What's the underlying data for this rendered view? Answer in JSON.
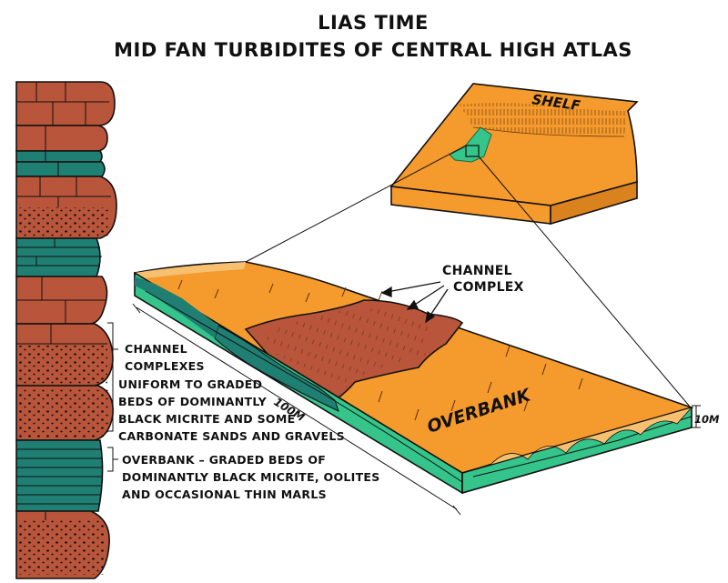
{
  "title": {
    "line1": "LIAS TIME",
    "line2": "MID FAN TURBIDITES OF CENTRAL HIGH ATLAS"
  },
  "labels": {
    "shelf": "SHELF",
    "channel_complex_1": "CHANNEL",
    "channel_complex_2": "COMPLEX",
    "overbank": "OVERBANK",
    "scale_length": "100M",
    "scale_height": "10M"
  },
  "legend": {
    "channel_lines": [
      "CHANNEL",
      "COMPLEXES",
      "UNIFORM TO GRADED",
      "BEDS OF DOMINANTLY",
      "BLACK MICRITE AND SOME",
      "CARBONATE SANDS AND GRAVELS"
    ],
    "overbank_lines": [
      "OVERBANK – GRADED BEDS OF",
      "DOMINANTLY BLACK MICRITE, OOLITES",
      "AND OCCASIONAL THIN MARLS"
    ]
  },
  "colors": {
    "red": "#b8553a",
    "teal": "#1f7f73",
    "orange": "#f59a2c",
    "green": "#35c48a",
    "light_orange": "#f7c070"
  }
}
